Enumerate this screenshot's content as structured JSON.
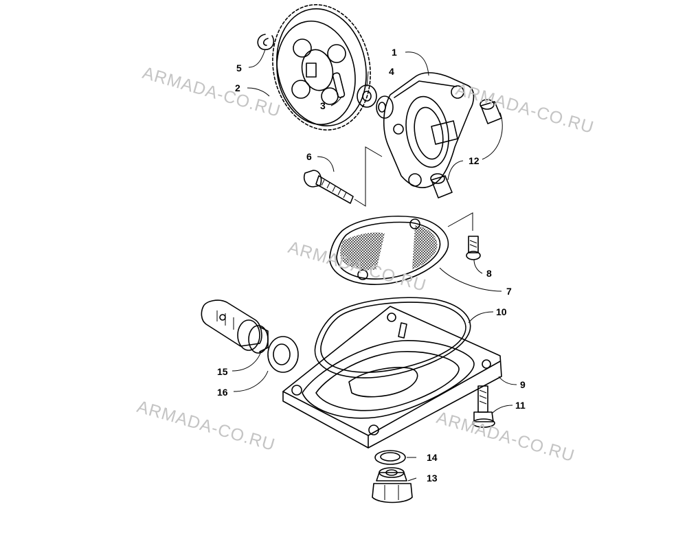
{
  "watermark": "ARMADA-CO.RU",
  "callouts": [
    "1",
    "2",
    "3",
    "4",
    "5",
    "6",
    "7",
    "8",
    "9",
    "10",
    "11",
    "12",
    "13",
    "14",
    "15",
    "16"
  ]
}
